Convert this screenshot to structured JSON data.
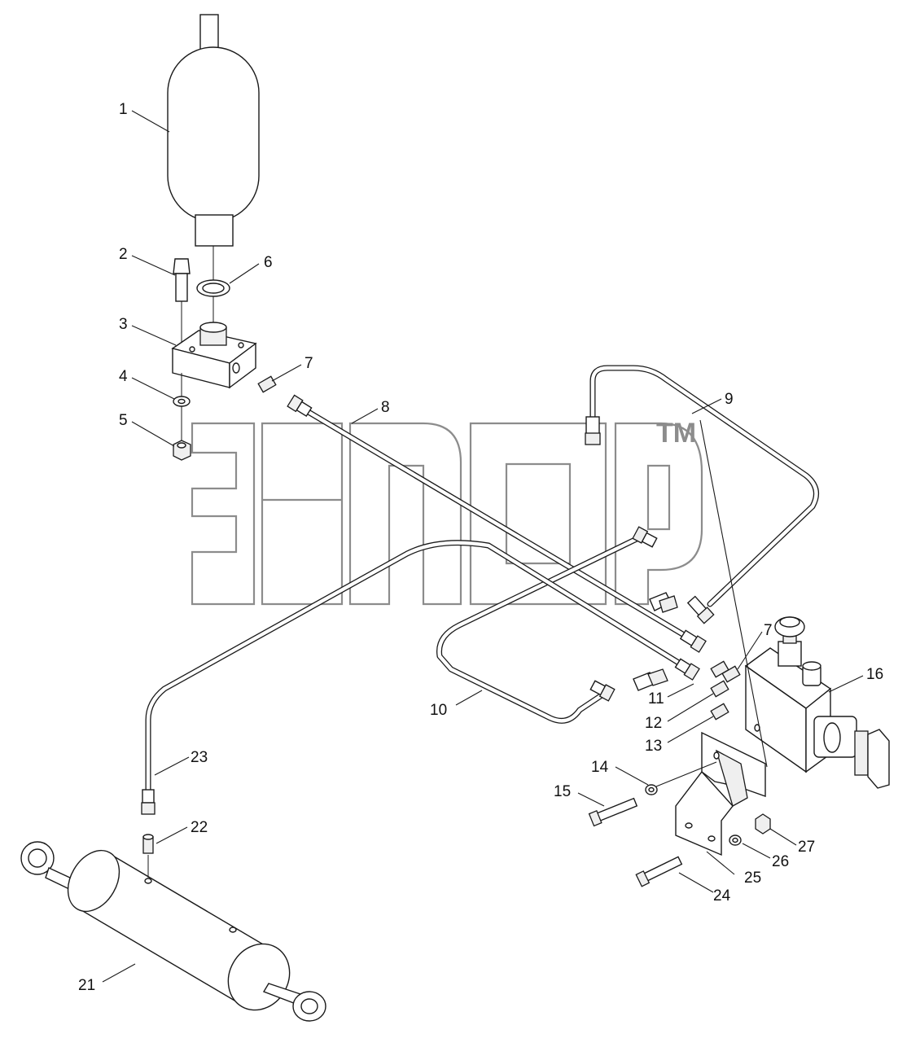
{
  "diagram": {
    "watermark": {
      "mark": "TM"
    },
    "callouts": [
      {
        "id": "c1",
        "label": "1"
      },
      {
        "id": "c2",
        "label": "2"
      },
      {
        "id": "c3",
        "label": "3"
      },
      {
        "id": "c4",
        "label": "4"
      },
      {
        "id": "c5",
        "label": "5"
      },
      {
        "id": "c6",
        "label": "6"
      },
      {
        "id": "c7a",
        "label": "7"
      },
      {
        "id": "c7b",
        "label": "7"
      },
      {
        "id": "c8",
        "label": "8"
      },
      {
        "id": "c9",
        "label": "9"
      },
      {
        "id": "c10",
        "label": "10"
      },
      {
        "id": "c11",
        "label": "11"
      },
      {
        "id": "c12",
        "label": "12"
      },
      {
        "id": "c13",
        "label": "13"
      },
      {
        "id": "c14",
        "label": "14"
      },
      {
        "id": "c15",
        "label": "15"
      },
      {
        "id": "c16",
        "label": "16"
      },
      {
        "id": "c21",
        "label": "21"
      },
      {
        "id": "c22",
        "label": "22"
      },
      {
        "id": "c23",
        "label": "23"
      },
      {
        "id": "c24",
        "label": "24"
      },
      {
        "id": "c25",
        "label": "25"
      },
      {
        "id": "c26",
        "label": "26"
      },
      {
        "id": "c27",
        "label": "27"
      }
    ]
  }
}
